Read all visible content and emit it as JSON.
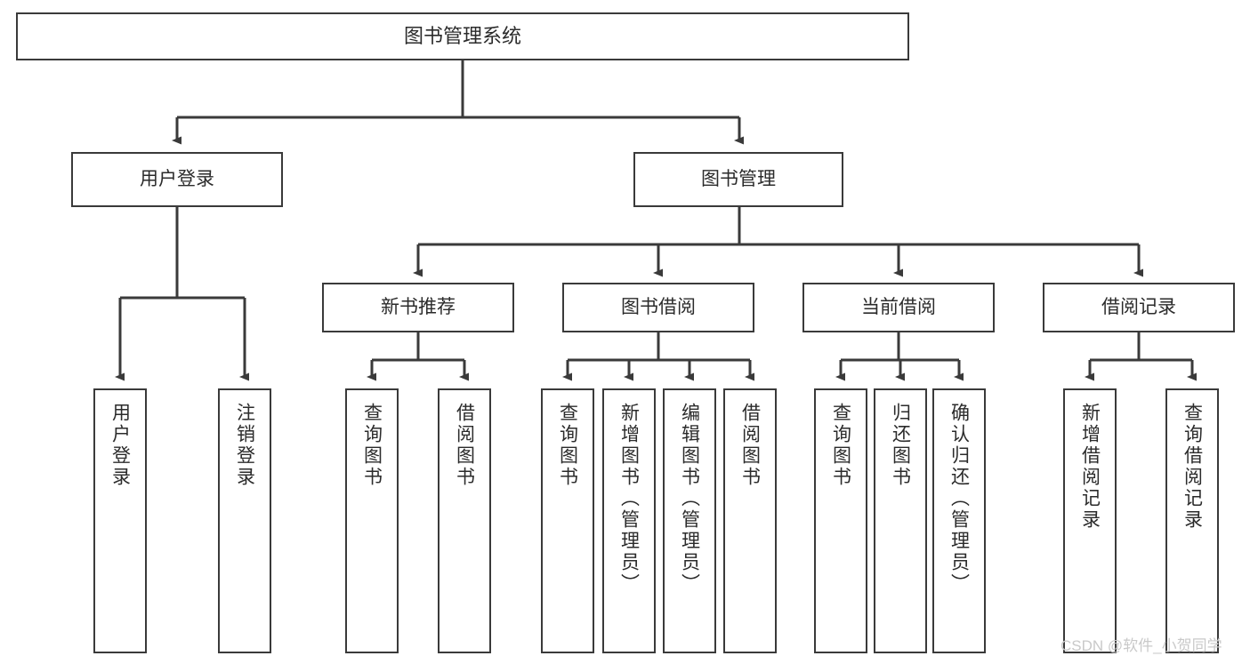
{
  "diagram": {
    "title": "图书管理系统",
    "type": "tree-hierarchy-diagram",
    "colors": {
      "box_border": "#3a3a3a",
      "box_fill": "#ffffff",
      "connector": "#3a3a3a",
      "text": "#2b2b2b",
      "watermark": "#c9c9c9",
      "background": "#ffffff"
    },
    "nodes": {
      "root": {
        "label": "图书管理系统"
      },
      "level2": [
        {
          "id": "user-login",
          "label": "用户登录"
        },
        {
          "id": "book-management",
          "label": "图书管理"
        }
      ],
      "level3": [
        {
          "id": "new-book-recommend",
          "label": "新书推荐"
        },
        {
          "id": "book-borrow",
          "label": "图书借阅"
        },
        {
          "id": "current-borrow",
          "label": "当前借阅"
        },
        {
          "id": "borrow-record",
          "label": "借阅记录"
        }
      ],
      "leaves": {
        "user_login": [
          {
            "id": "leaf-user-login",
            "label": "用户登录"
          },
          {
            "id": "leaf-logout-login",
            "label": "注销登录"
          }
        ],
        "new_book_recommend": [
          {
            "id": "leaf-query-book-1",
            "label": "查询图书"
          },
          {
            "id": "leaf-borrow-book-1",
            "label": "借阅图书"
          }
        ],
        "book_borrow": [
          {
            "id": "leaf-query-book-2",
            "label": "查询图书"
          },
          {
            "id": "leaf-add-book",
            "label": "新增图书（管理员）"
          },
          {
            "id": "leaf-edit-book",
            "label": "编辑图书（管理员）"
          },
          {
            "id": "leaf-borrow-book-2",
            "label": "借阅图书"
          }
        ],
        "current_borrow": [
          {
            "id": "leaf-query-book-3",
            "label": "查询图书"
          },
          {
            "id": "leaf-return-book",
            "label": "归还图书"
          },
          {
            "id": "leaf-confirm-return",
            "label": "确认归还（管理员）"
          }
        ],
        "borrow_record": [
          {
            "id": "leaf-add-record",
            "label": "新增借阅记录"
          },
          {
            "id": "leaf-query-record",
            "label": "查询借阅记录"
          }
        ]
      }
    },
    "watermark": "CSDN @软件_小贺同学"
  }
}
